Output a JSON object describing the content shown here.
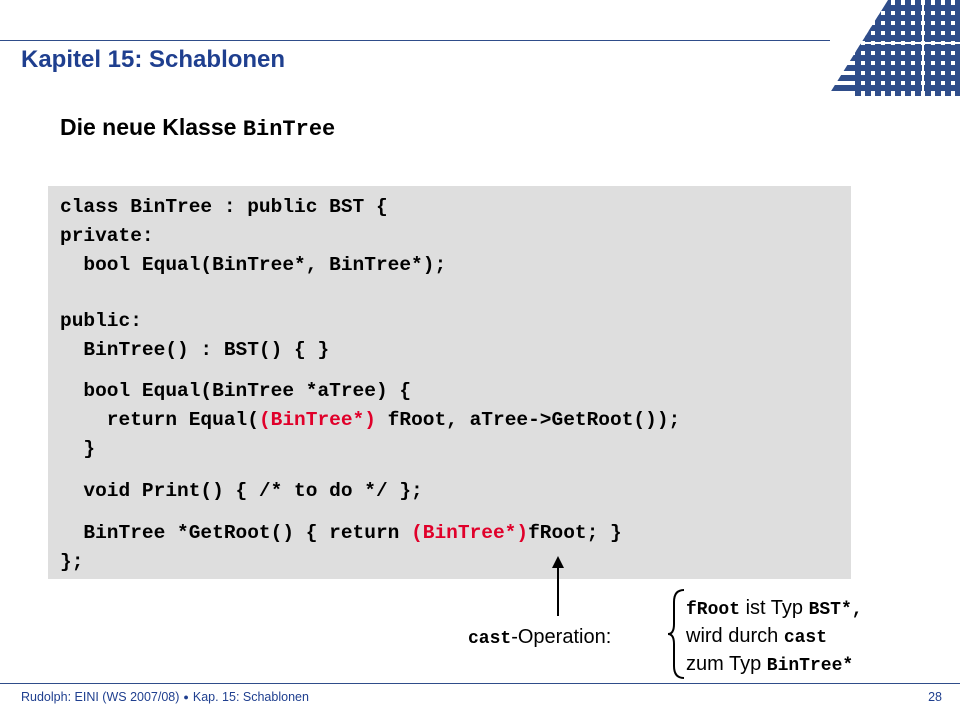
{
  "header": {
    "chapter_title": "Kapitel 15: Schablonen"
  },
  "slide": {
    "subtitle_text": "Die neue Klasse ",
    "subtitle_code": "BinTree"
  },
  "code": {
    "line1": "class BinTree : public BST {",
    "line2": "private:",
    "line3": "  bool Equal(BinTree*, BinTree*);",
    "line4": "public:",
    "line5": "  BinTree() : BST() { }",
    "line6": "  bool Equal(BinTree *aTree) {",
    "line7_pre": "    return Equal(",
    "line7_cast": "(BinTree*)",
    "line7_post": " fRoot, aTree->GetRoot());",
    "line8": "  }",
    "line9": "  void Print() { /* to do */ };",
    "line10_pre": "  BinTree *GetRoot() { return ",
    "line10_cast": "(BinTree*)",
    "line10_post": "fRoot; }",
    "line11": "};"
  },
  "annotation": {
    "cast_code": "cast",
    "cast_text": "-Operation:",
    "note1_code": "fRoot",
    "note1_text": " ist Typ ",
    "note1_type": "BST*,",
    "note2_text": "wird durch ",
    "note2_code": "cast",
    "note3_text": "zum Typ ",
    "note3_type": "BinTree*"
  },
  "footer": {
    "left_text": "Rudolph: EINI (WS 2007/08)",
    "separator": "●",
    "chapter": "Kap. 15: Schablonen",
    "page_number": "28"
  },
  "colors": {
    "accent_blue": "#1f3f8f",
    "highlight_red": "#e0002a",
    "code_background": "#dedede"
  }
}
